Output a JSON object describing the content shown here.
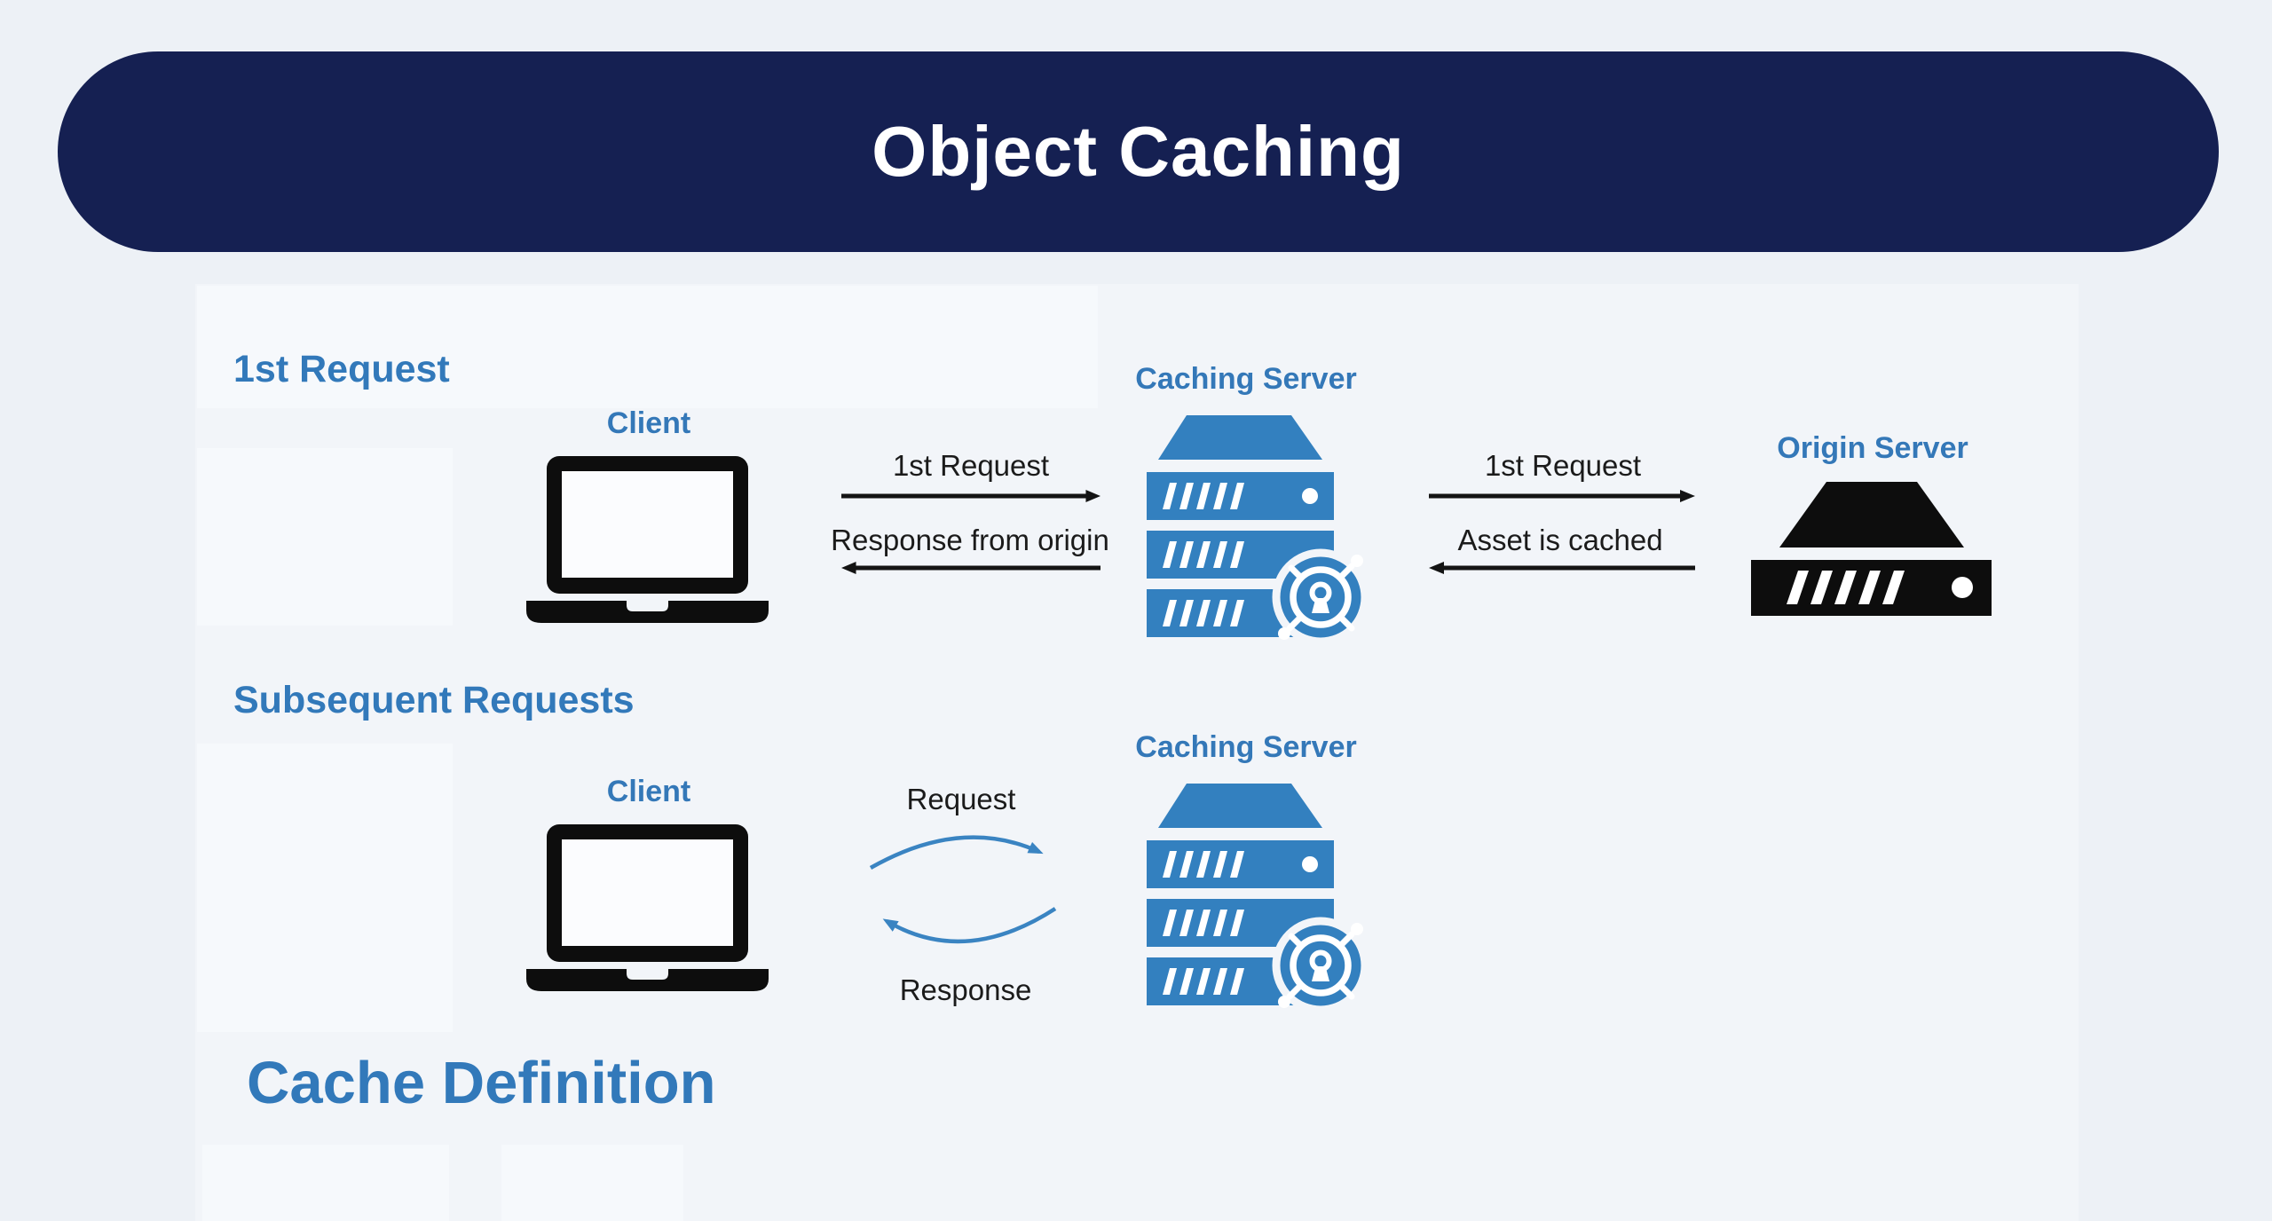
{
  "title": {
    "text": "Object Caching"
  },
  "colors": {
    "header_navy": "#152052",
    "background": "#edf1f6",
    "panel": "#f2f5f9",
    "heading_blue": "#3279ba",
    "icon_blue": "#3380bf",
    "curved_arrow_blue": "#3a84c2",
    "icon_black": "#0d0d0d",
    "arrow_black": "#141414"
  },
  "section_first": {
    "heading": "1st Request",
    "client": {
      "label": "Client",
      "icon": "laptop-icon"
    },
    "caching_server": {
      "label": "Caching Server",
      "icon": "caching-server-icon"
    },
    "origin_server": {
      "label": "Origin Server",
      "icon": "origin-server-icon"
    },
    "flows": {
      "request": {
        "label": "1st Request",
        "direction": "right"
      },
      "response": {
        "label": "Response from origin",
        "direction": "left"
      },
      "origin_request": {
        "label": "1st Request",
        "direction": "right"
      },
      "origin_response": {
        "label": "Asset is cached",
        "direction": "left"
      }
    }
  },
  "section_subsequent": {
    "heading": "Subsequent Requests",
    "client": {
      "label": "Client",
      "icon": "laptop-icon"
    },
    "caching_server": {
      "label": "Caching Server",
      "icon": "caching-server-icon"
    },
    "flows": {
      "request": {
        "label": "Request",
        "direction": "right-curved"
      },
      "response": {
        "label": "Response",
        "direction": "left-curved"
      }
    }
  },
  "footer": {
    "heading": "Cache Definition"
  }
}
